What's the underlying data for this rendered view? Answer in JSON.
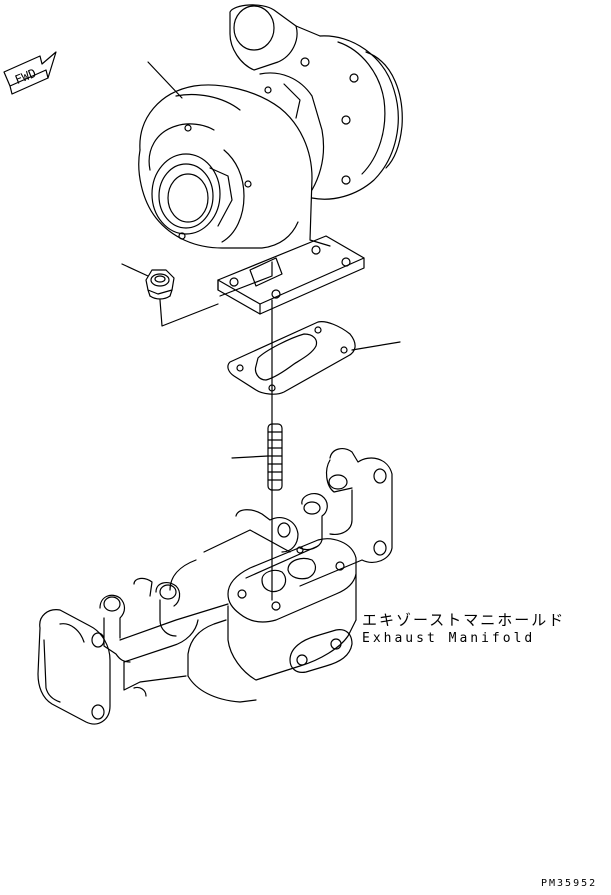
{
  "direction_marker": {
    "text": "FWD"
  },
  "callouts": {
    "exhaust_manifold_jp": "エキゾーストマニホールド",
    "exhaust_manifold_en": "Exhaust Manifold"
  },
  "drawing_number": "PM35952"
}
